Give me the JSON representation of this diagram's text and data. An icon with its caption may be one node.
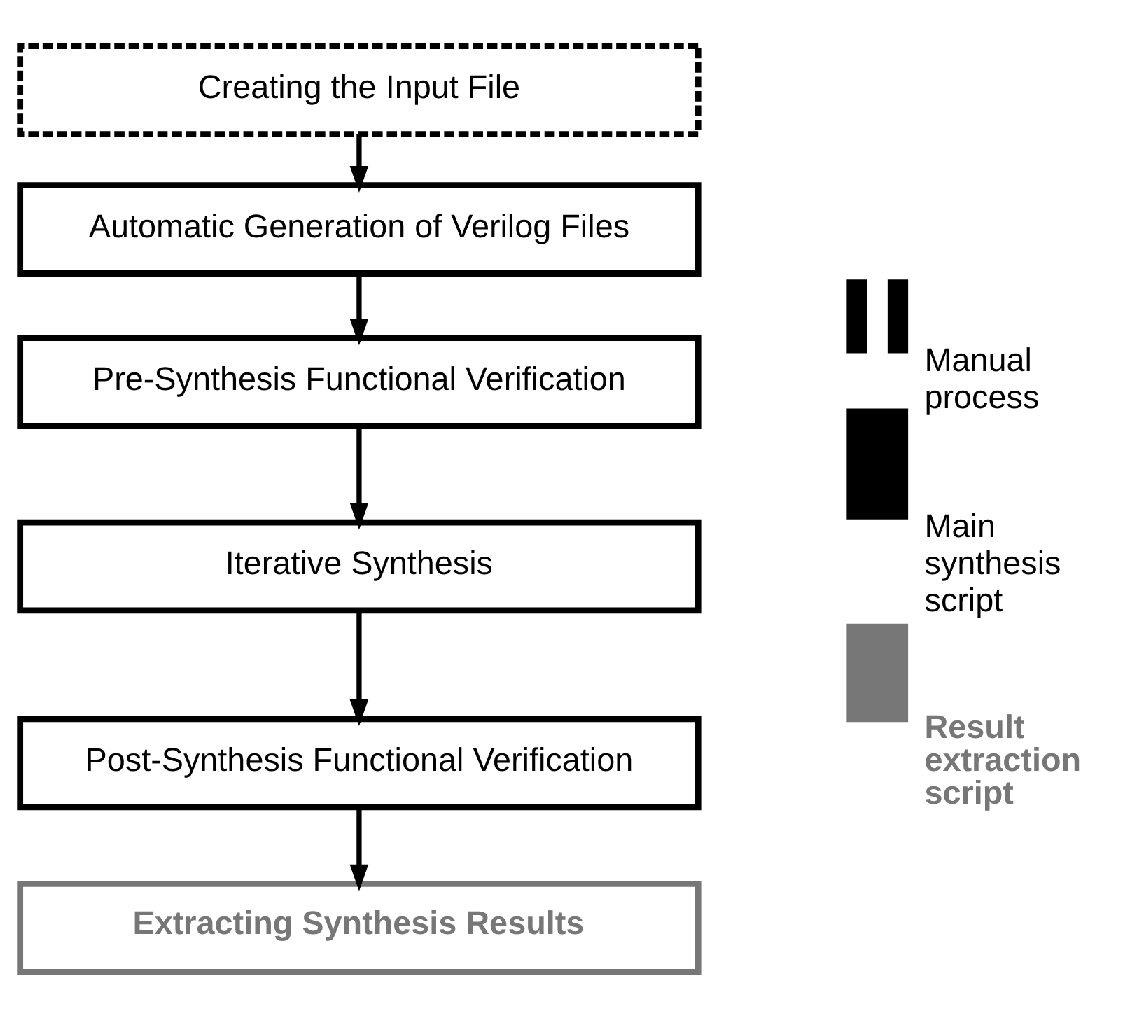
{
  "diagram": {
    "nodes": [
      {
        "text": [
          "Creating the Input File"
        ]
      },
      {
        "text": [
          "Automatic Generation of Verilog Files"
        ]
      },
      {
        "text": [
          "Pre-Synthesis Functional Verification"
        ]
      },
      {
        "text": [
          "Iterative Synthesis"
        ]
      },
      {
        "text": [
          "Post-Synthesis Functional Verification"
        ]
      },
      {
        "text": [
          "Extracting Synthesis Results"
        ]
      }
    ],
    "edges": [
      {
        "from": 0,
        "to": 1,
        "arrow": "to"
      },
      {
        "from": 1,
        "to": 2,
        "arrow": "to"
      },
      {
        "from": 2,
        "to": 3,
        "arrow": "to"
      },
      {
        "from": 3,
        "to": 4,
        "arrow": "to"
      },
      {
        "from": 4,
        "to": 5,
        "arrow": "to"
      }
    ],
    "legend": [
      {
        "text": "Manual process"
      },
      {
        "text": "Main synthesis script"
      },
      {
        "text": "Result extraction script"
      }
    ]
  }
}
